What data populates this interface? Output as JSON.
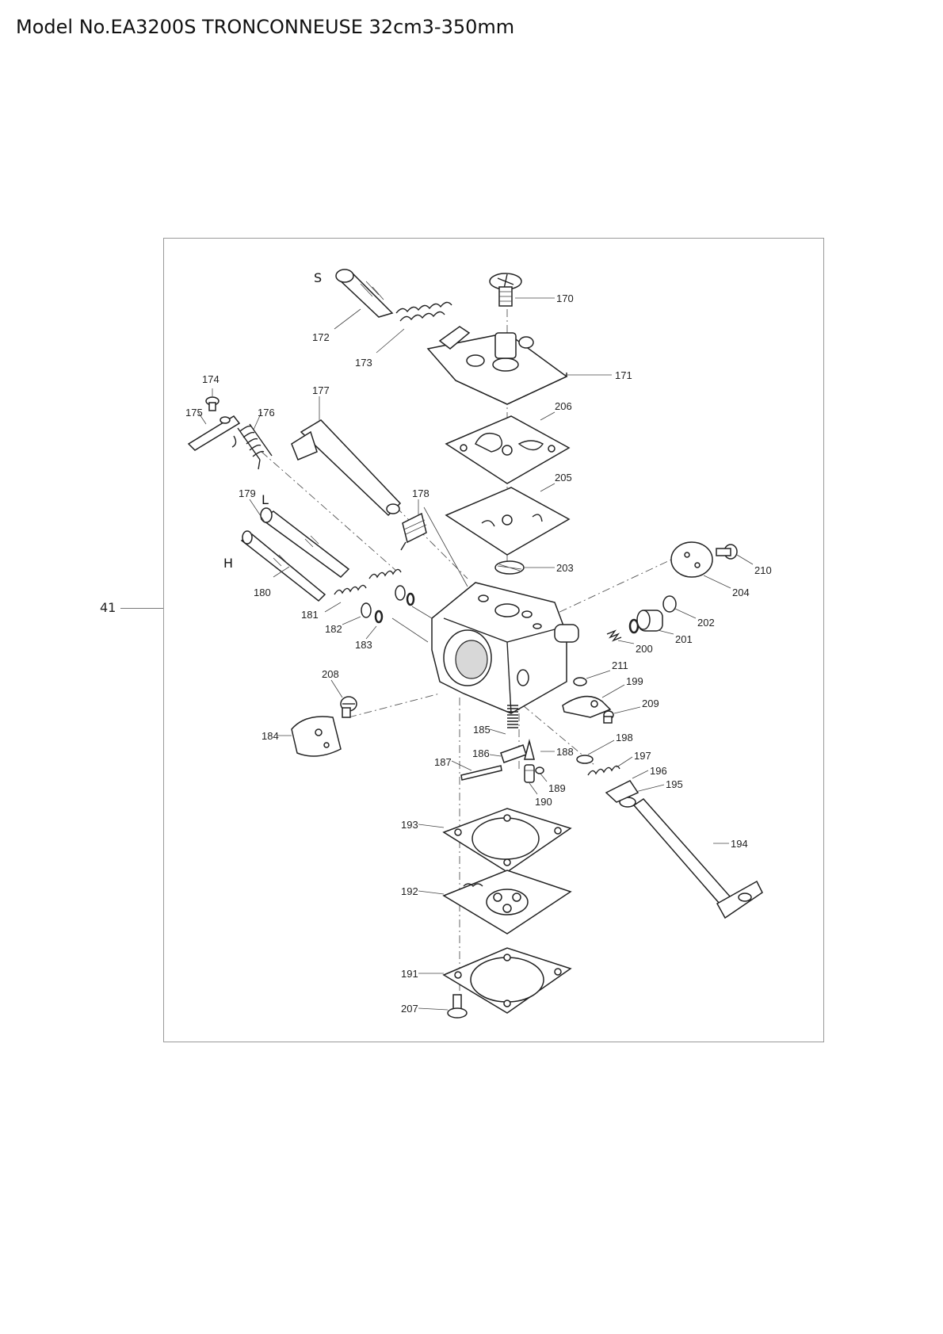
{
  "title": "Model No.EA3200S TRONCONNEUSE 32cm3-350mm",
  "assembly_number": "41",
  "letters": {
    "s": "S",
    "l": "L",
    "h": "H"
  },
  "parts": {
    "p170": "170",
    "p171": "171",
    "p172": "172",
    "p173": "173",
    "p174": "174",
    "p175": "175",
    "p176": "176",
    "p177": "177",
    "p178": "178",
    "p179": "179",
    "p180": "180",
    "p181": "181",
    "p182": "182",
    "p183": "183",
    "p184": "184",
    "p185": "185",
    "p186": "186",
    "p187": "187",
    "p188": "188",
    "p189": "189",
    "p190": "190",
    "p191": "191",
    "p192": "192",
    "p193": "193",
    "p194": "194",
    "p195": "195",
    "p196": "196",
    "p197": "197",
    "p198": "198",
    "p199": "199",
    "p200": "200",
    "p201": "201",
    "p202": "202",
    "p203": "203",
    "p204": "204",
    "p205": "205",
    "p206": "206",
    "p207": "207",
    "p208": "208",
    "p209": "209",
    "p210": "210",
    "p211": "211"
  }
}
